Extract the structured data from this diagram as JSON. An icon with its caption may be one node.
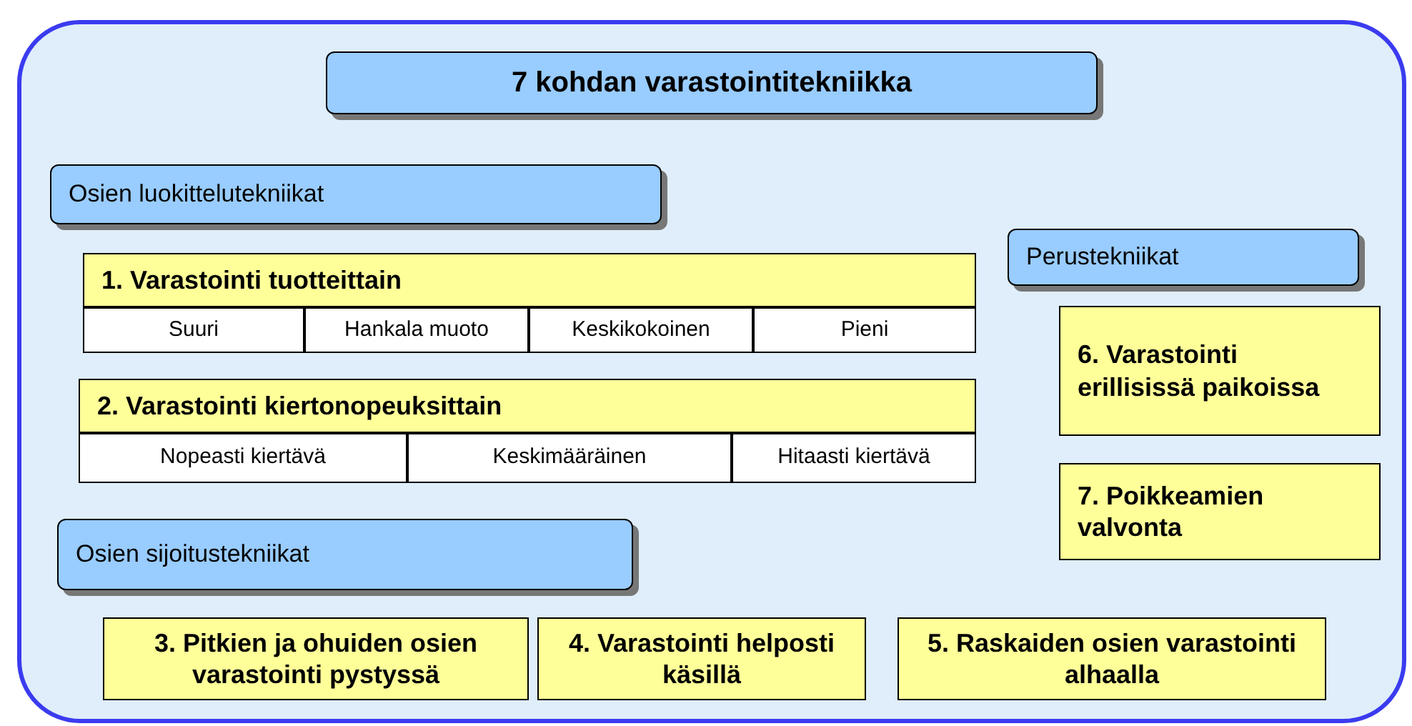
{
  "diagram": {
    "nodes": [
      {
        "text": [],
        "shape": "box"
      },
      {
        "text": [
          "7 kohdan varastointitekniikka"
        ],
        "in": 0
      },
      {
        "text": [
          "Osien luokittelutekniikat"
        ],
        "in": 0
      },
      {
        "text": [
          "Perustekniikat"
        ],
        "in": 0
      },
      {
        "text": [
          "1. Varastointi tuotteittain"
        ],
        "in": 0
      },
      {
        "text": [
          "Suuri"
        ],
        "in": 0
      },
      {
        "text": [
          "Hankala muoto"
        ],
        "in": 0
      },
      {
        "text": [
          "Keskikokoinen"
        ],
        "in": 0
      },
      {
        "text": [
          "Pieni"
        ],
        "in": 0
      },
      {
        "text": [
          "6. Varastointi erillisissä paikoissa"
        ],
        "in": 0
      },
      {
        "text": [
          "2. Varastointi kiertonopeuksittain"
        ],
        "in": 0
      },
      {
        "text": [
          "Nopeasti kiertävä"
        ],
        "in": 0
      },
      {
        "text": [
          "Keskimääräinen"
        ],
        "in": 0
      },
      {
        "text": [
          "Hitaasti kiertävä"
        ],
        "in": 0
      },
      {
        "text": [
          "7. Poikkeamien valvonta"
        ],
        "in": 0
      },
      {
        "text": [
          "Osien sijoitustekniikat"
        ],
        "in": 0
      },
      {
        "text": [
          "3. Pitkien ja ohuiden osien varastointi pystyssä"
        ],
        "in": 0
      },
      {
        "text": [
          "4. Varastointi helposti käsillä"
        ],
        "in": 0
      },
      {
        "text": [
          "5. Raskaiden osien varastointi alhaalla"
        ],
        "in": 0
      }
    ]
  }
}
